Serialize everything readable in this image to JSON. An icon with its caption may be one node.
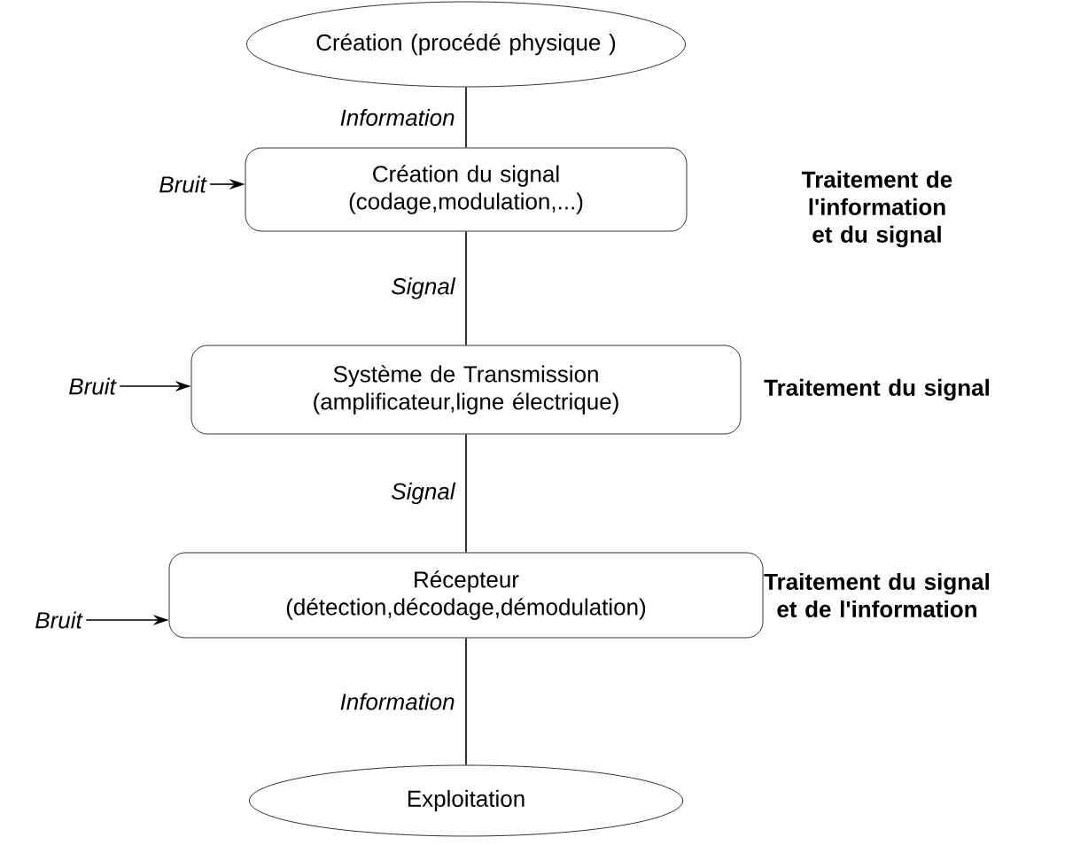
{
  "diagram": {
    "nodes": [
      {
        "text": [
          "Création (procédé physique )"
        ]
      },
      {
        "text": [
          "Création du signal (codage,modulation,...)"
        ]
      },
      {
        "text": [
          "Système de Transmission (amplificateur,ligne électrique)"
        ]
      },
      {
        "text": [
          "Récepteur (détection,décodage,démodulation)"
        ]
      },
      {
        "text": [
          "Exploitation"
        ]
      },
      {
        "text": [
          "Bruit"
        ]
      },
      {
        "text": [
          "Bruit"
        ]
      },
      {
        "text": [
          "Bruit"
        ]
      }
    ],
    "edges": [
      {
        "from": 0,
        "to": 1,
        "arrow": "none",
        "label": "Information"
      },
      {
        "from": 1,
        "to": 2,
        "arrow": "none",
        "label": "Signal"
      },
      {
        "from": 2,
        "to": 3,
        "arrow": "none",
        "label": "Signal"
      },
      {
        "from": 3,
        "to": 4,
        "arrow": "none",
        "label": "Information"
      },
      {
        "from": 5,
        "to": 1,
        "arrow": "to"
      },
      {
        "from": 6,
        "to": 2,
        "arrow": "to"
      },
      {
        "from": 7,
        "to": 3,
        "arrow": "to"
      }
    ],
    "labels": [
      "Traitement de l'information et du signal",
      "Traitement du signal",
      "Traitement du signal et de l'information"
    ]
  }
}
